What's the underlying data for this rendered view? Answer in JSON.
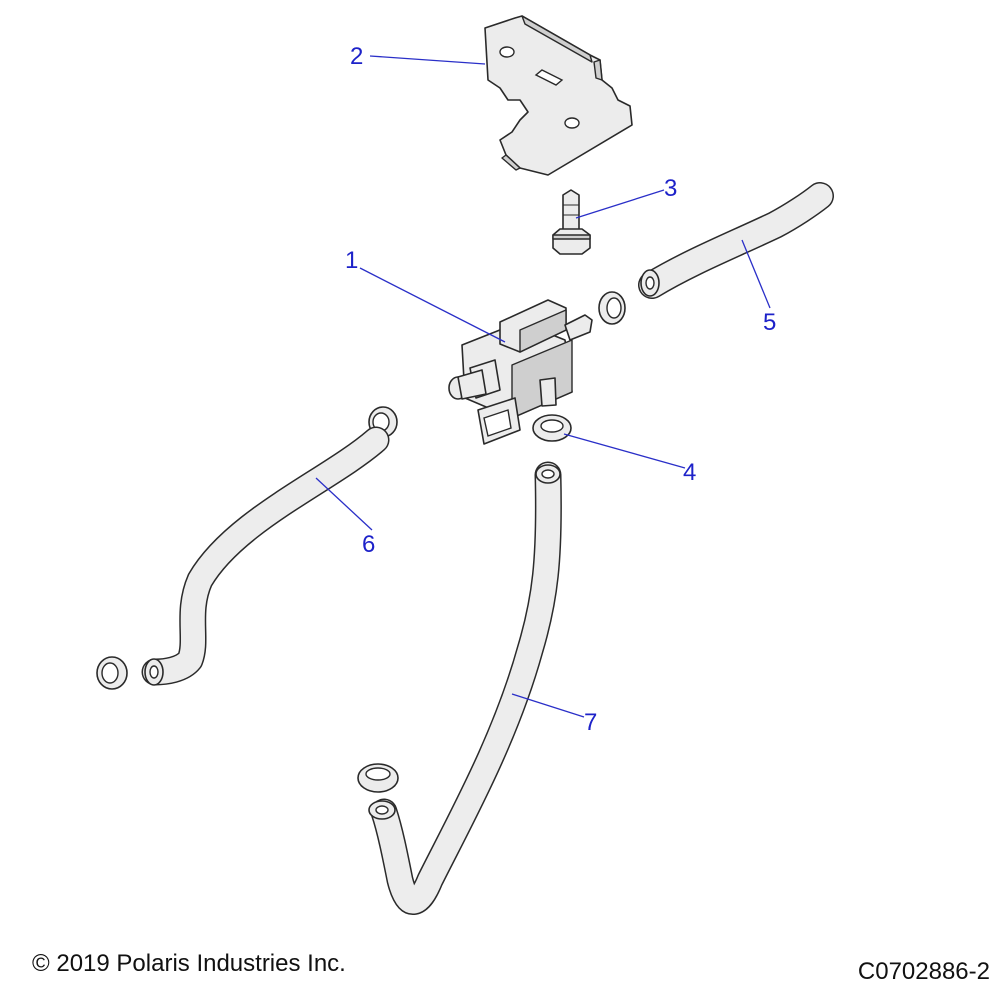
{
  "callouts": [
    {
      "id": "1",
      "label": "1",
      "part": "valve"
    },
    {
      "id": "2",
      "label": "2",
      "part": "bracket"
    },
    {
      "id": "3",
      "label": "3",
      "part": "bolt"
    },
    {
      "id": "4",
      "label": "4",
      "part": "clamp"
    },
    {
      "id": "5",
      "label": "5",
      "part": "hose"
    },
    {
      "id": "6",
      "label": "6",
      "part": "hose"
    },
    {
      "id": "7",
      "label": "7",
      "part": "hose"
    }
  ],
  "footer": {
    "copyright": "© 2019 Polaris Industries Inc.",
    "drawing_id": "C0702886-2"
  },
  "colors": {
    "callout": "#1d22c9",
    "line": "#2a2a2a",
    "part_fill": "#ececec"
  }
}
